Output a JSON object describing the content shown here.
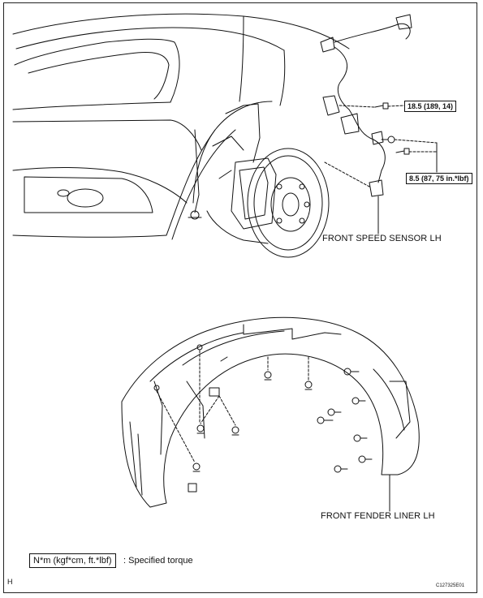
{
  "labels": {
    "torque_top": "18.5 (189, 14)",
    "torque_bottom": "8.5 (87, 75 in.*lbf)",
    "sensor": "FRONT SPEED SENSOR LH",
    "liner": "FRONT FENDER LINER LH"
  },
  "legend": {
    "units": "N*m (kgf*cm, ft.*lbf)",
    "meaning": ": Specified torque"
  },
  "footer": {
    "corner_letter": "H",
    "figure_code": "C127325E01"
  }
}
